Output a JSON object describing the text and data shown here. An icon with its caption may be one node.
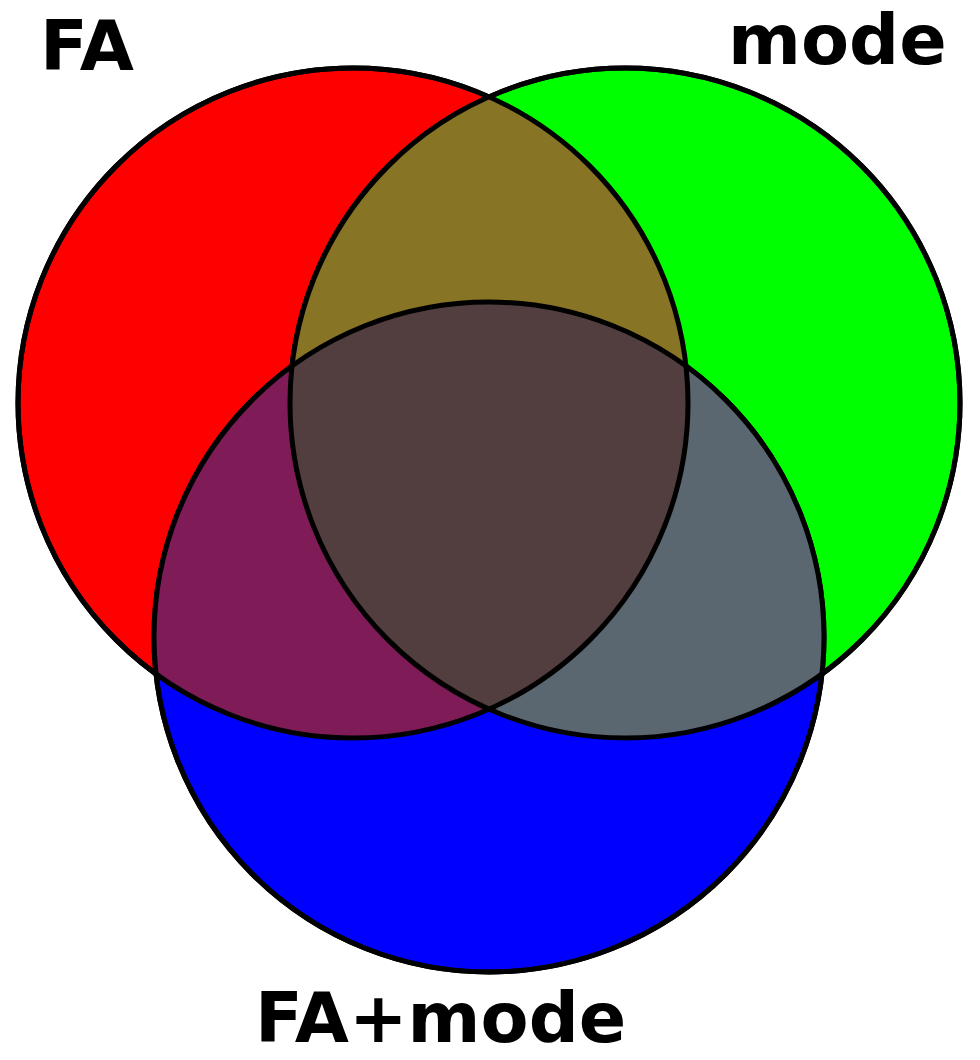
{
  "diagram": {
    "nodes": [
      {
        "text": [
          "FA"
        ]
      },
      {
        "text": [
          "mode"
        ]
      },
      {
        "text": [
          "FA+mode"
        ]
      }
    ]
  }
}
